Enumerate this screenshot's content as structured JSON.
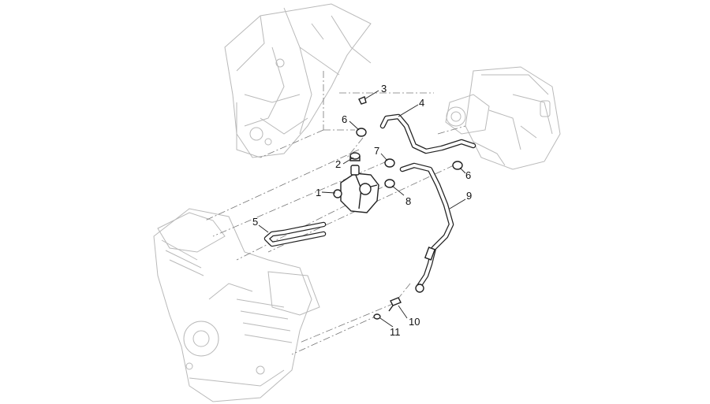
{
  "callouts": {
    "c1": "1",
    "c2": "2",
    "c3": "3",
    "c4": "4",
    "c5": "5",
    "c6a": "6",
    "c6b": "6",
    "c7": "7",
    "c8": "8",
    "c9": "9",
    "c10": "10",
    "c11": "11"
  },
  "colors": {
    "line": "#222222",
    "ghost": "#b9b9b9",
    "background": "#ffffff"
  }
}
